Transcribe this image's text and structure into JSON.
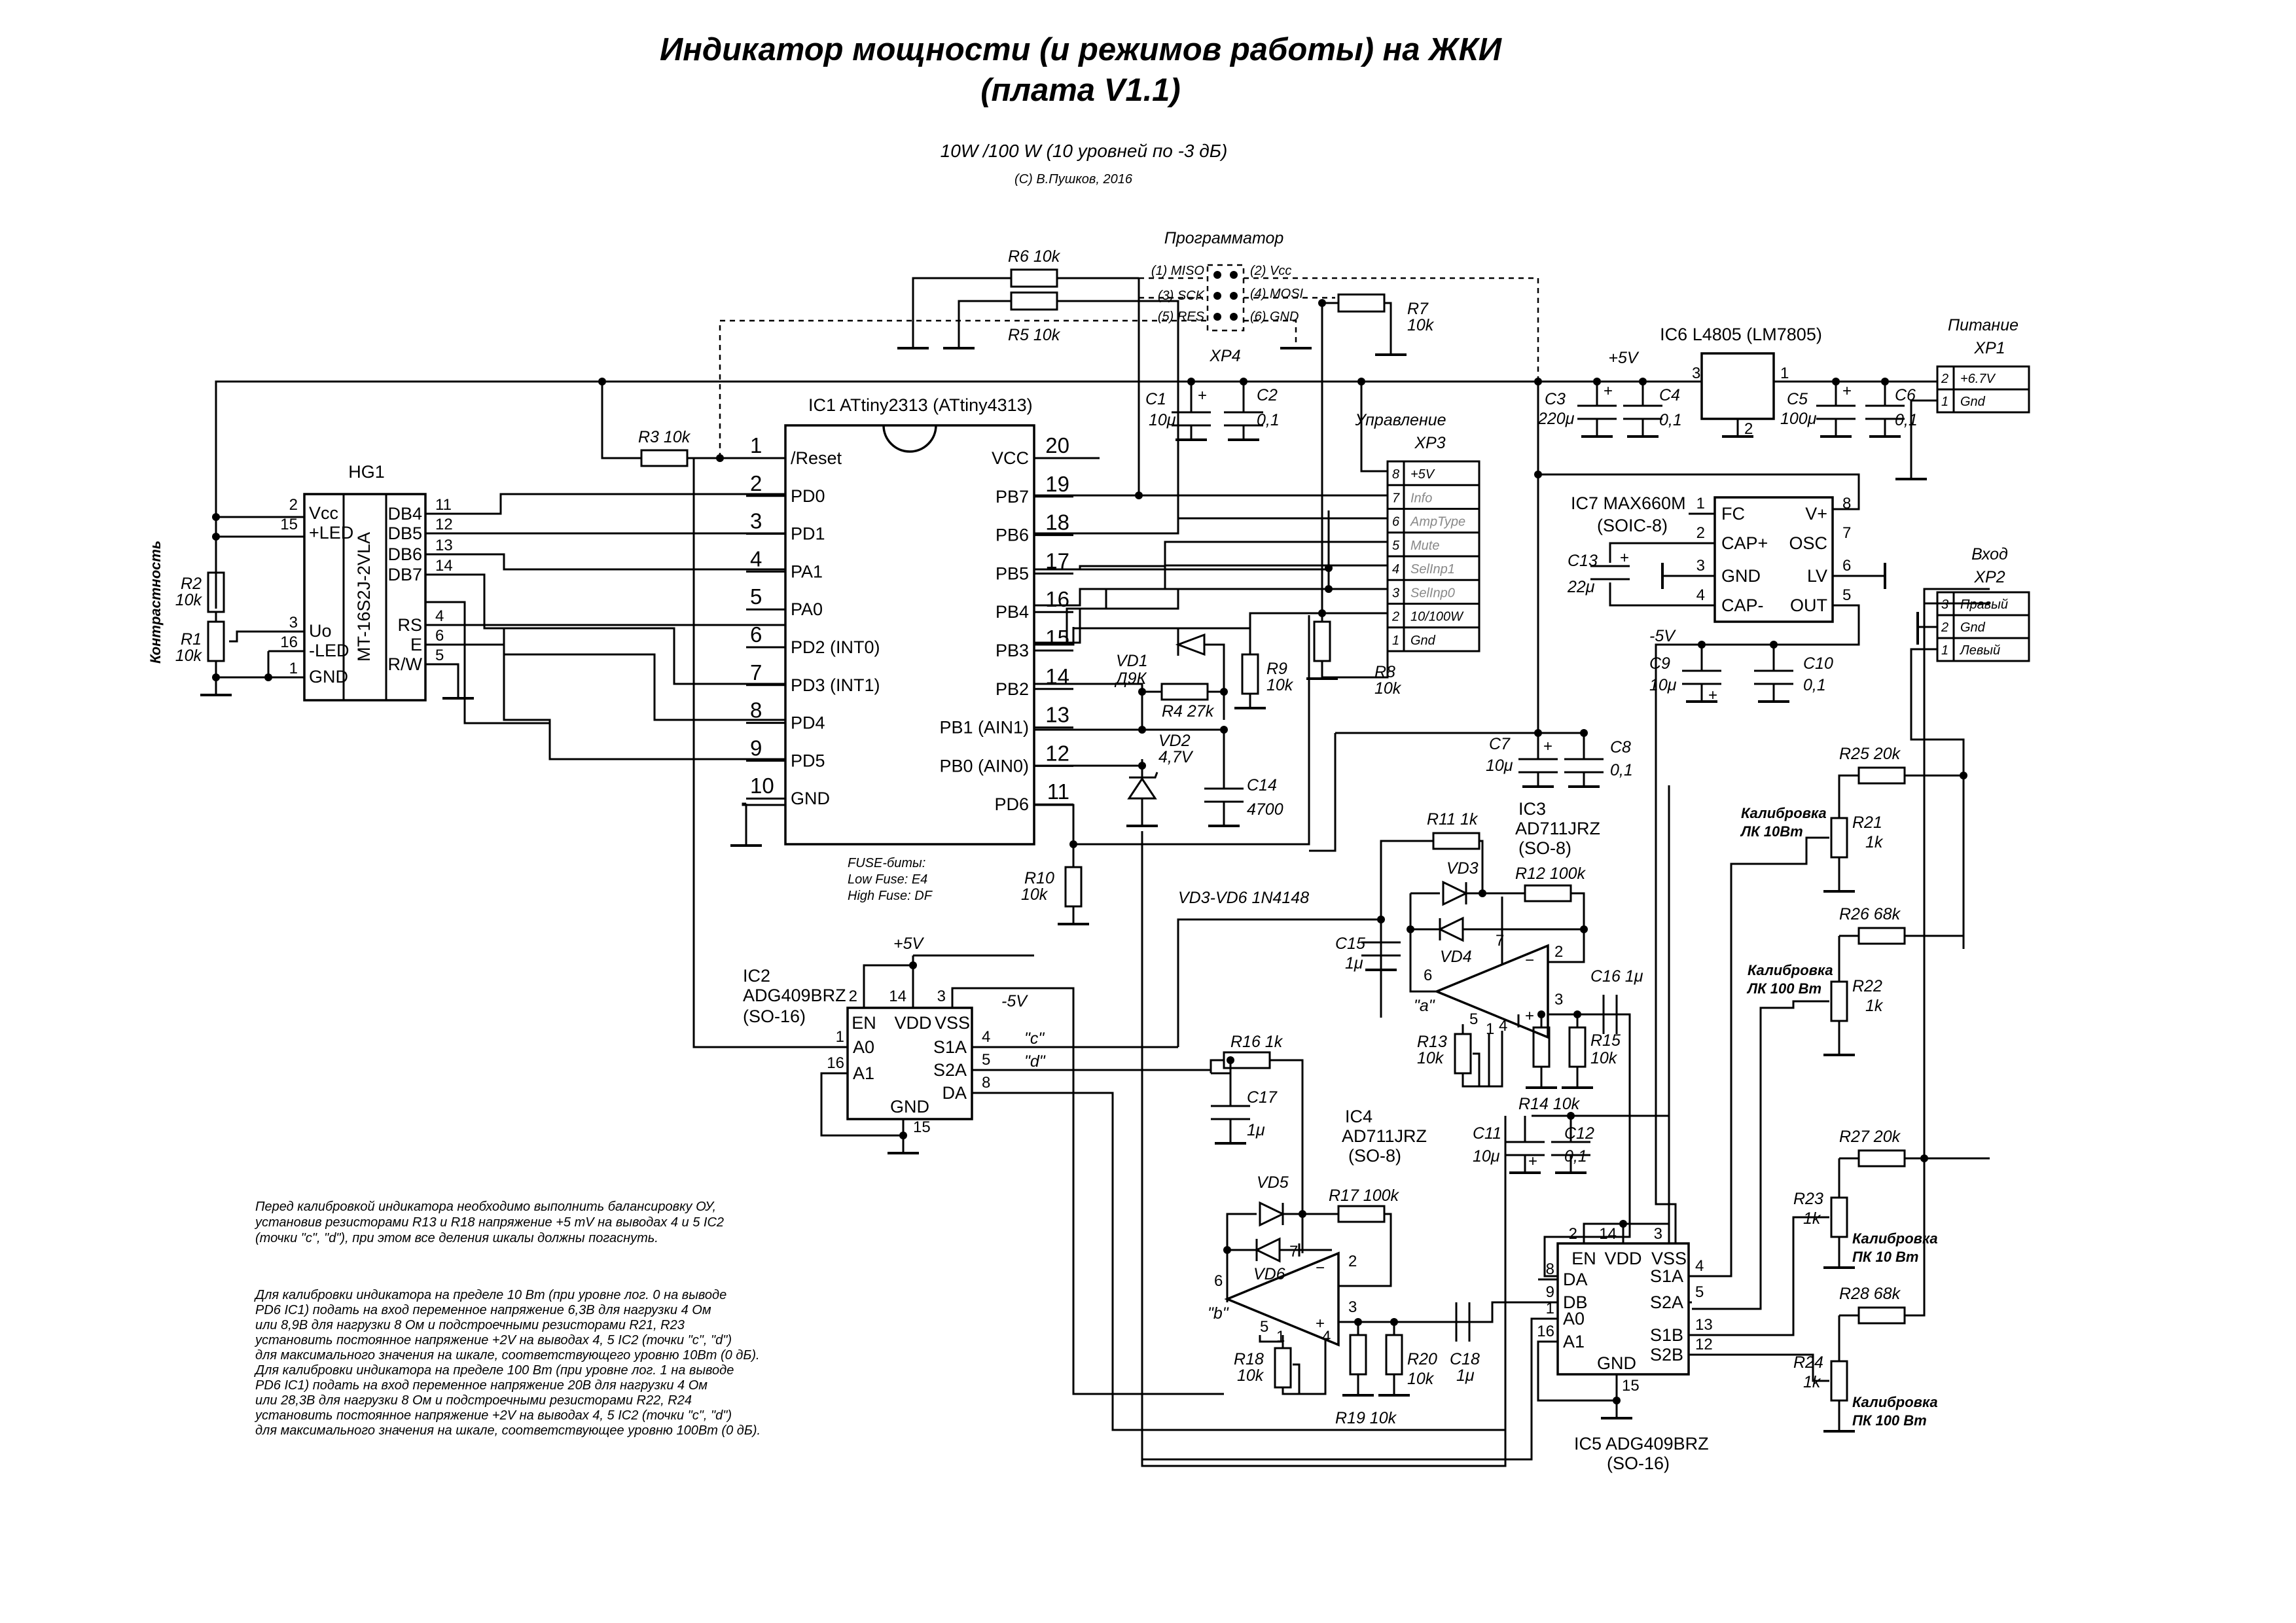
{
  "title": {
    "line1": "Индикатор мощности (и режимов работы) на ЖКИ",
    "line2": "(плата V1.1)",
    "subtitle": "10W /100 W   (10 уровней по -3 дБ)",
    "copyright": "(С) В.Пушков, 2016"
  },
  "programmer": {
    "title": "Программатор",
    "ref": "XP4",
    "pins_left": [
      "(1) MISO",
      "(3) SCK",
      "(5) RES"
    ],
    "pins_right": [
      "(2) Vcc",
      "(4) MOSI",
      "(6) GND"
    ]
  },
  "ic1": {
    "name": "IC1 ATtiny2313  (ATtiny4313)",
    "left_pins": [
      {
        "num": "1",
        "label": "/Reset"
      },
      {
        "num": "2",
        "label": "PD0"
      },
      {
        "num": "3",
        "label": "PD1"
      },
      {
        "num": "4",
        "label": "PA1"
      },
      {
        "num": "5",
        "label": "PA0"
      },
      {
        "num": "6",
        "label": "PD2 (INT0)"
      },
      {
        "num": "7",
        "label": "PD3 (INT1)"
      },
      {
        "num": "8",
        "label": "PD4"
      },
      {
        "num": "9",
        "label": "PD5"
      },
      {
        "num": "10",
        "label": "GND"
      }
    ],
    "right_pins": [
      {
        "num": "20",
        "label": "VCC"
      },
      {
        "num": "19",
        "label": "PB7"
      },
      {
        "num": "18",
        "label": "PB6"
      },
      {
        "num": "17",
        "label": "PB5"
      },
      {
        "num": "16",
        "label": "PB4"
      },
      {
        "num": "15",
        "label": "PB3"
      },
      {
        "num": "14",
        "label": "PB2"
      },
      {
        "num": "13",
        "label": "PB1 (AIN1)"
      },
      {
        "num": "12",
        "label": "PB0 (AIN0)"
      },
      {
        "num": "11",
        "label": "PD6"
      }
    ],
    "fuse": [
      "FUSE-биты:",
      "Low Fuse:  E4",
      "High Fuse: DF"
    ]
  },
  "hg1": {
    "ref": "HG1",
    "model": "MT-16S2J-2VLA",
    "left_pins": [
      {
        "num": "2",
        "label": "Vcc"
      },
      {
        "num": "15",
        "label": "+LED"
      },
      {
        "num": "3",
        "label": "Uo"
      },
      {
        "num": "16",
        "label": "-LED"
      },
      {
        "num": "1",
        "label": "GND"
      }
    ],
    "right_pins": [
      {
        "num": "11",
        "label": "DB4"
      },
      {
        "num": "12",
        "label": "DB5"
      },
      {
        "num": "13",
        "label": "DB6"
      },
      {
        "num": "14",
        "label": "DB7"
      },
      {
        "num": "4",
        "label": "RS"
      },
      {
        "num": "6",
        "label": "E"
      },
      {
        "num": "5",
        "label": "R/W"
      }
    ],
    "contrast_label": "Контрастность"
  },
  "control": {
    "title": "Управление",
    "ref": "XP3",
    "pins": [
      {
        "num": "8",
        "label": "+5V",
        "grey": false
      },
      {
        "num": "7",
        "label": "Info",
        "grey": true
      },
      {
        "num": "6",
        "label": "AmpType",
        "grey": true
      },
      {
        "num": "5",
        "label": "Mute",
        "grey": true
      },
      {
        "num": "4",
        "label": "SelInp1",
        "grey": true
      },
      {
        "num": "3",
        "label": "SelInp0",
        "grey": true
      },
      {
        "num": "2",
        "label": "10/100W",
        "grey": false
      },
      {
        "num": "1",
        "label": "Gnd",
        "grey": false
      }
    ]
  },
  "power": {
    "title": "Питание",
    "ref": "XP1",
    "pins": [
      {
        "num": "2",
        "label": "+6.7V"
      },
      {
        "num": "1",
        "label": "Gnd"
      }
    ],
    "rail": "+5V",
    "neg_rail": "-5V"
  },
  "input": {
    "title": "Вход",
    "ref": "XP2",
    "pins": [
      {
        "num": "3",
        "label": "Правый"
      },
      {
        "num": "2",
        "label": "Gnd"
      },
      {
        "num": "1",
        "label": "Левый"
      }
    ]
  },
  "ic6": {
    "name": "IC6  L4805 (LM7805)",
    "pin_in": "3",
    "pin_out": "1",
    "pin_gnd": "2"
  },
  "ic7": {
    "name": "IC7   MAX660M",
    "package": "(SOIC-8)",
    "left_pins": [
      {
        "num": "1",
        "label": "FC"
      },
      {
        "num": "2",
        "label": "CAP+"
      },
      {
        "num": "3",
        "label": "GND"
      },
      {
        "num": "4",
        "label": "CAP-"
      }
    ],
    "right_pins": [
      {
        "num": "8",
        "label": "V+"
      },
      {
        "num": "7",
        "label": "OSC"
      },
      {
        "num": "6",
        "label": "LV"
      },
      {
        "num": "5",
        "label": "OUT"
      }
    ]
  },
  "ic2": {
    "name": "IC2",
    "model": "ADG409BRZ",
    "package": "(SO-16)",
    "top_pins": [
      {
        "num": "2",
        "label": "EN"
      },
      {
        "num": "14",
        "label": "VDD"
      },
      {
        "num": "3",
        "label": "VSS"
      }
    ],
    "left_pins": [
      {
        "num": "1",
        "label": "A0"
      },
      {
        "num": "16",
        "label": "A1"
      }
    ],
    "right_pins": [
      {
        "num": "4",
        "label": "S1A"
      },
      {
        "num": "5",
        "label": "S2A"
      },
      {
        "num": "8",
        "label": "DA"
      }
    ],
    "bottom_pin": {
      "num": "15",
      "label": "GND"
    },
    "vdd_label": "+5V",
    "vss_label": "-5V",
    "sig_c": "\"c\"",
    "sig_d": "\"d\""
  },
  "ic5": {
    "name": "IC5   ADG409BRZ",
    "package": "(SO-16)",
    "top_pins": [
      {
        "num": "2",
        "label": "EN"
      },
      {
        "num": "14",
        "label": "VDD"
      },
      {
        "num": "3",
        "label": "VSS"
      }
    ],
    "left_pins": [
      {
        "num": "8",
        "label": "DA"
      },
      {
        "num": "9",
        "label": "DB"
      },
      {
        "num": "1",
        "label": "A0"
      },
      {
        "num": "16",
        "label": "A1"
      }
    ],
    "right_pins": [
      {
        "num": "4",
        "label": "S1A"
      },
      {
        "num": "5",
        "label": "S2A"
      },
      {
        "num": "13",
        "label": "S1B"
      },
      {
        "num": "12",
        "label": "S2B"
      }
    ],
    "bottom_pin": {
      "num": "15",
      "label": "GND"
    }
  },
  "ic3": {
    "name": "IC3",
    "model": "AD711JRZ",
    "package": "(SO-8)",
    "node": "\"a\"",
    "pins": [
      "6",
      "7",
      "2",
      "3",
      "5",
      "1",
      "4"
    ]
  },
  "ic4": {
    "name": "IC4",
    "model": "AD711JRZ",
    "package": "(SO-8)",
    "node": "\"b\"",
    "pins": [
      "6",
      "7",
      "2",
      "3",
      "5",
      "1",
      "4"
    ]
  },
  "parts": {
    "R1": "R1",
    "R1v": "10k",
    "R2": "R2",
    "R2v": "10k",
    "R3": "R3  10k",
    "R4": "R4  27k",
    "R5": "R5  10k",
    "R6": "R6  10k",
    "R7": "R7",
    "R7v": "10k",
    "R8": "R8",
    "R8v": "10k",
    "R9": "R9",
    "R9v": "10k",
    "R10": "R10",
    "R10v": "10k",
    "R11": "R11  1k",
    "R12": "R12  100k",
    "R13": "R13",
    "R13v": "10k",
    "R14": "R14 10k",
    "R15": "R15",
    "R15v": "10k",
    "R16": "R16  1k",
    "R17": "R17  100k",
    "R18": "R18",
    "R18v": "10k",
    "R19": "R19  10k",
    "R20": "R20",
    "R20v": "10k",
    "R21": "R21",
    "R21v": "1k",
    "R22": "R22",
    "R22v": "1k",
    "R23": "R23",
    "R23v": "1k",
    "R24": "R24",
    "R24v": "1k",
    "R25": "R25  20k",
    "R26": "R26  68k",
    "R27": "R27  20k",
    "R28": "R28  68k",
    "C1": "C1",
    "C1v": "10μ",
    "C2": "C2",
    "C2v": "0,1",
    "C3": "C3",
    "C3v": "220μ",
    "C4": "C4",
    "C4v": "0,1",
    "C5": "C5",
    "C5v": "100μ",
    "C6": "C6",
    "C6v": "0,1",
    "C7": "C7",
    "C7v": "10μ",
    "C8": "C8",
    "C8v": "0,1",
    "C9": "C9",
    "C9v": "10μ",
    "C10": "C10",
    "C10v": "0,1",
    "C11": "C11",
    "C11v": "10μ",
    "C12": "C12",
    "C12v": "0,1",
    "C13": "C13",
    "C13v": "22μ",
    "C14": "C14",
    "C14v": "4700",
    "C15": "C15",
    "C15v": "1μ",
    "C16": "C16  1μ",
    "C17": "C17",
    "C17v": "1μ",
    "C18": "C18",
    "C18v": "1μ",
    "VD1": "VD1",
    "VD1v": "Д9К",
    "VD2": "VD2",
    "VD2v": "4,7V",
    "VD3": "VD3",
    "VD4": "VD4",
    "VD5": "VD5",
    "VD6": "VD6",
    "VDnote": "VD3-VD6  1N4148"
  },
  "calibration": {
    "lk10": [
      "Калибровка",
      "ЛК 10Вт"
    ],
    "lk100": [
      "Калибровка",
      "ЛК 100 Вт"
    ],
    "pk10": [
      "Калибровка",
      "ПК 10 Вт"
    ],
    "pk100": [
      "Калибровка",
      "ПК 100 Вт"
    ]
  },
  "notes": {
    "block1": [
      "Перед калибровкой индикатора необходимо выполнить балансировку ОУ,",
      "установив резисторами R13 и R18 напряжение +5 mV на выводах 4 и 5 IC2",
      "(точки \"c\", \"d\"), при этом все деления шкалы должны погаснуть."
    ],
    "block2": [
      "Для калибровки индикатора на пределе 10 Вт (при уровне лог. 0 на выводе",
      "PD6 IC1) подать на вход переменное напряжение 6,3В для нагрузки 4 Ом",
      "или 8,9В для нагрузки 8 Ом и подстроечными резисторами R21, R23",
      "установить постоянное напряжение +2V на выводах 4, 5 IC2 (точки \"c\", \"d\")",
      "для максимального значения на шкале, соответствующего уровню 10Вт (0 дБ).",
      "Для калибровки индикатора на пределе 100 Вт (при уровне лог. 1 на выводе",
      "PD6 IC1) подать на вход переменное напряжение 20В для нагрузки 4 Ом",
      "или 28,3В для нагрузки 8 Ом и подстроечными резисторами R22, R24",
      "установить постоянное напряжение +2V на выводах 4, 5 IC2  (точки \"c\", \"d\")",
      "для максимального значения на шкале, соответствующее уровню 100Вт (0 дБ)."
    ]
  }
}
